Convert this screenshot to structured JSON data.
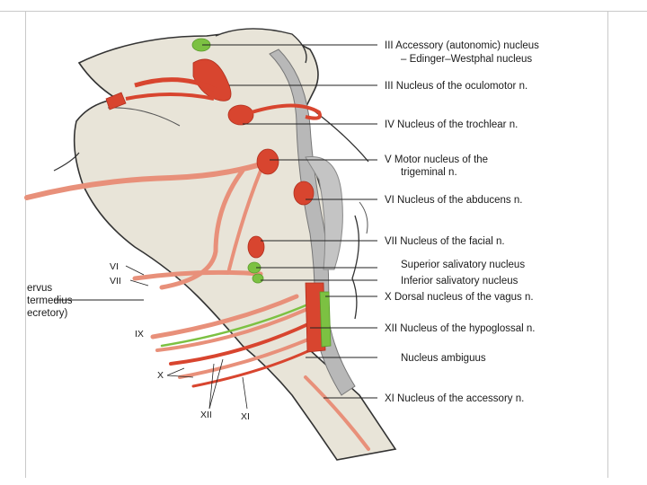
{
  "labels": {
    "accessory_1": "III  Accessory (autonomic) nucleus",
    "accessory_2": "– Edinger–Westphal nucleus",
    "oculomotor": "III  Nucleus of the oculomotor n.",
    "trochlear": "IV  Nucleus of the trochlear n.",
    "motor_trig_1": "V  Motor nucleus of the",
    "motor_trig_2": "trigeminal n.",
    "abducens": "VI  Nucleus of the abducens n.",
    "facial": "VII  Nucleus of the facial n.",
    "sup_saliv": "Superior salivatory nucleus",
    "inf_saliv": "Inferior salivatory nucleus",
    "dorsal_vagus": "X  Dorsal nucleus of the vagus n.",
    "hypoglossal": "XII  Nucleus of the hypoglossal n.",
    "ambiguus": "Nucleus ambiguus",
    "accessory_n": "XI  Nucleus of the accessory n."
  },
  "left_labels": {
    "line1": "ervus",
    "line2": "termedius",
    "line3": "ecretory)"
  },
  "nerve_numerals": {
    "vi": "VI",
    "vii": "VII",
    "ix": "IX",
    "x": "X",
    "xii": "XII",
    "xi": "XI"
  },
  "colors": {
    "motor": "#d8452f",
    "parasympathetic": "#7cc142",
    "brainstem": "#e8e4d8",
    "ventricle": "#b8b8b8",
    "nerve_light": "#e8907a"
  }
}
